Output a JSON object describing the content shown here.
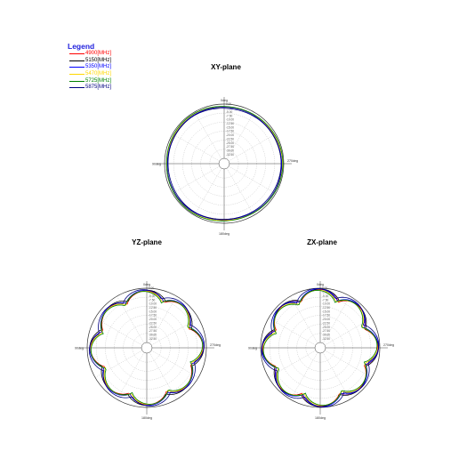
{
  "legend": {
    "title": "Legend",
    "entries": [
      {
        "label": "4900[MHz]",
        "color": "#ff0000"
      },
      {
        "label": "5150[MHz]",
        "color": "#000000"
      },
      {
        "label": "5350[MHz]",
        "color": "#0000ff"
      },
      {
        "label": "5470[MHz]",
        "color": "#ffd700"
      },
      {
        "label": "5725[MHz]",
        "color": "#008000"
      },
      {
        "label": "5875[MHz]",
        "color": "#000080"
      }
    ]
  },
  "chart_data": [
    {
      "type": "polar",
      "title": "XY-plane",
      "angle_labels": {
        "top": "0deg",
        "right": "270deg",
        "bottom": "180deg",
        "left": "90deg"
      },
      "radial_tick_labels": [
        "0.00",
        "-2.50",
        "-5.00",
        "-7.50",
        "-10.00",
        "-12.50",
        "-15.00",
        "-17.50",
        "-20.00",
        "-22.50",
        "-25.00",
        "-27.50",
        "-30.00",
        "-32.50",
        "-35.00"
      ],
      "rlim": [
        -35,
        0
      ],
      "series": [
        {
          "name": "4900[MHz]",
          "base": -1.4,
          "ripple": 0.25,
          "lobes": 0,
          "phase": 0
        },
        {
          "name": "5150[MHz]",
          "base": -1.7,
          "ripple": 0.3,
          "lobes": 0,
          "phase": 0.4
        },
        {
          "name": "5350[MHz]",
          "base": -1.5,
          "ripple": 0.3,
          "lobes": 0,
          "phase": 0.8
        },
        {
          "name": "5470[MHz]",
          "base": -1.1,
          "ripple": 0.3,
          "lobes": 0,
          "phase": 1.2
        },
        {
          "name": "5725[MHz]",
          "base": -0.9,
          "ripple": 0.35,
          "lobes": 0,
          "phase": 1.6
        },
        {
          "name": "5875[MHz]",
          "base": -2.0,
          "ripple": 0.3,
          "lobes": 0,
          "phase": 2.0
        }
      ]
    },
    {
      "type": "polar",
      "title": "YZ-plane",
      "angle_labels": {
        "top": "0deg",
        "right": "270deg",
        "bottom": "180deg",
        "left": "90deg"
      },
      "radial_tick_labels": [
        "0.00",
        "-2.50",
        "-5.00",
        "-7.50",
        "-10.00",
        "-12.50",
        "-15.00",
        "-17.50",
        "-20.00",
        "-22.50",
        "-25.00",
        "-27.50",
        "-30.00",
        "-32.50",
        "-35.00"
      ],
      "rlim": [
        -35,
        0
      ],
      "series": [
        {
          "name": "4900[MHz]",
          "base": -8.5,
          "ripple": 5.5,
          "lobes": 8,
          "phase": 0.1
        },
        {
          "name": "5150[MHz]",
          "base": -7.5,
          "ripple": 5.0,
          "lobes": 8,
          "phase": 0.0
        },
        {
          "name": "5350[MHz]",
          "base": -8.0,
          "ripple": 5.5,
          "lobes": 8,
          "phase": 0.18
        },
        {
          "name": "5470[MHz]",
          "base": -8.8,
          "ripple": 5.8,
          "lobes": 8,
          "phase": 0.25
        },
        {
          "name": "5725[MHz]",
          "base": -9.2,
          "ripple": 6.0,
          "lobes": 8,
          "phase": 0.32
        },
        {
          "name": "5875[MHz]",
          "base": -7.0,
          "ripple": 5.0,
          "lobes": 8,
          "phase": 0.4
        }
      ]
    },
    {
      "type": "polar",
      "title": "ZX-plane",
      "angle_labels": {
        "top": "0deg",
        "right": "270deg",
        "bottom": "180deg",
        "left": "90deg"
      },
      "radial_tick_labels": [
        "0.00",
        "-2.50",
        "-5.00",
        "-7.50",
        "-10.00",
        "-12.50",
        "-15.00",
        "-17.50",
        "-20.00",
        "-22.50",
        "-25.00",
        "-27.50",
        "-30.00",
        "-32.50",
        "-35.00"
      ],
      "rlim": [
        -35,
        0
      ],
      "series": [
        {
          "name": "4900[MHz]",
          "base": -8.0,
          "ripple": 6.0,
          "lobes": 8,
          "phase": 0.05
        },
        {
          "name": "5150[MHz]",
          "base": -7.2,
          "ripple": 5.5,
          "lobes": 8,
          "phase": 0.0
        },
        {
          "name": "5350[MHz]",
          "base": -7.6,
          "ripple": 6.0,
          "lobes": 8,
          "phase": 0.15
        },
        {
          "name": "5470[MHz]",
          "base": -8.6,
          "ripple": 6.2,
          "lobes": 8,
          "phase": 0.22
        },
        {
          "name": "5725[MHz]",
          "base": -9.0,
          "ripple": 6.5,
          "lobes": 8,
          "phase": 0.3
        },
        {
          "name": "5875[MHz]",
          "base": -6.8,
          "ripple": 5.5,
          "lobes": 8,
          "phase": 0.38
        }
      ]
    }
  ]
}
